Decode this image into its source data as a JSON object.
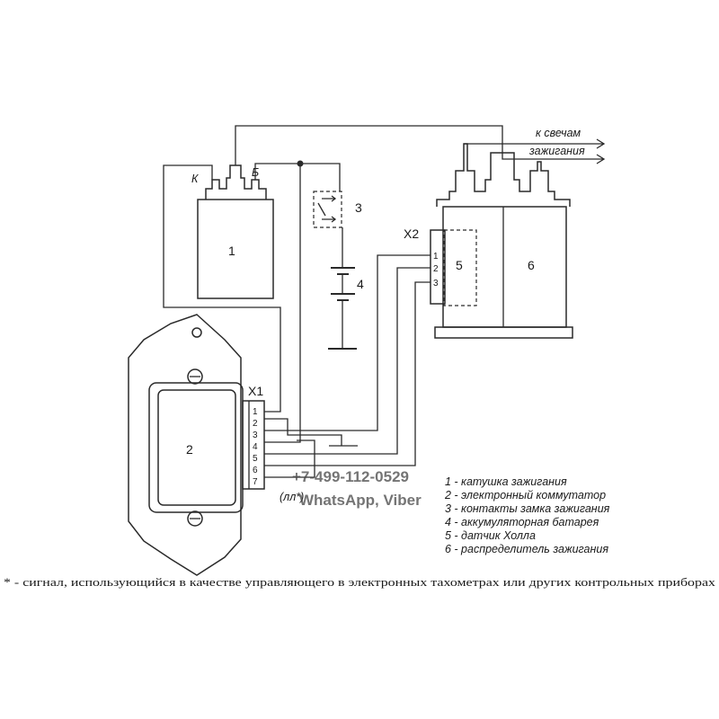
{
  "components": {
    "coil": {
      "number": "1",
      "terminal_k": "К",
      "terminal_b": "Б"
    },
    "switch": {
      "number": "2"
    },
    "ignition_contacts": {
      "number": "3"
    },
    "battery": {
      "number": "4"
    },
    "hall_sensor": {
      "number": "5"
    },
    "distributor": {
      "number": "6"
    }
  },
  "connectors": {
    "x1": {
      "label": "X1",
      "pins": [
        "1",
        "2",
        "3",
        "4",
        "5",
        "6",
        "7"
      ]
    },
    "x2": {
      "label": "X2",
      "pins": [
        "1",
        "2",
        "3"
      ]
    }
  },
  "outputs": {
    "line1": "к свечам",
    "line2": "зажигания"
  },
  "star_label": "(лл*)",
  "legend": [
    "1 - катушка зажигания",
    "2 - электронный коммутатор",
    "3 - контакты замка зажигания",
    "4 - аккумуляторная батарея",
    "5 - датчик Холла",
    "6 - распределитель зажигания"
  ],
  "watermark": {
    "phone": "+7-499-112-0529",
    "messengers": "WhatsApp, Viber"
  },
  "footnote": "* - сигнал, использующийся в качестве управляющего в электронных тахометрах или других контрольных приборах"
}
